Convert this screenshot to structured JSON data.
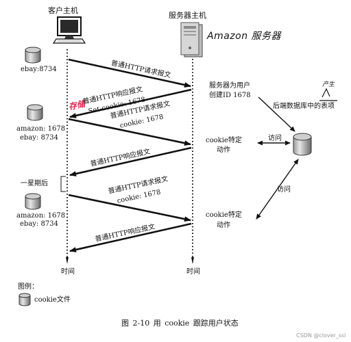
{
  "hosts": {
    "client_label": "客户主机",
    "server_label": "服务器主机",
    "amazon_handwritten": "Amazon 服务器"
  },
  "cookie_files": {
    "initial": "ebay:8734",
    "after_first": [
      "amazon: 1678",
      "ebay: 8734"
    ],
    "one_week_later": [
      "amazon: 1678",
      "ebay: 8734"
    ]
  },
  "messages": [
    {
      "label": "普通HTTP请求报文",
      "direction": "to-server"
    },
    {
      "label": "普通HTTP响应报文",
      "sublabel": "Set-cookie: 1678",
      "direction": "to-client"
    },
    {
      "label": "普通HTTP请求报文",
      "sublabel": "cookie: 1678",
      "direction": "to-server"
    },
    {
      "label": "普通HTTP响应报文",
      "direction": "to-client"
    },
    {
      "label": "普通HTTP请求报文",
      "sublabel": "cookie: 1678",
      "direction": "to-server"
    },
    {
      "label": "普通HTTP响应报文",
      "direction": "to-client"
    }
  ],
  "server_notes": {
    "create_id": [
      "服务器为用户",
      "创建ID 1678"
    ],
    "action_1": [
      "cookie特定",
      "动作"
    ],
    "action_2": [
      "cookie特定",
      "动作"
    ]
  },
  "database": {
    "label": "后端数据库中的表项",
    "access_1": "访问",
    "access_2": "访问"
  },
  "one_week_label": "一星期后",
  "handwritten_marks": {
    "top_right": "产生",
    "client_side": "存储"
  },
  "time_labels": {
    "client": "时间",
    "server": "时间"
  },
  "legend": {
    "title": "图例：",
    "cookie_file": "cookie文件"
  },
  "caption": "图 2-10    用 cookie 跟踪用户状态",
  "watermark": "CSDN @clover_ssl",
  "colors": {
    "ink": "#111111",
    "cylinder_light": "#d9d9d9",
    "cylinder_dark": "#5a5a5a",
    "handwriting_red": "#e0244d",
    "server_gray": "#bdbdbd"
  }
}
